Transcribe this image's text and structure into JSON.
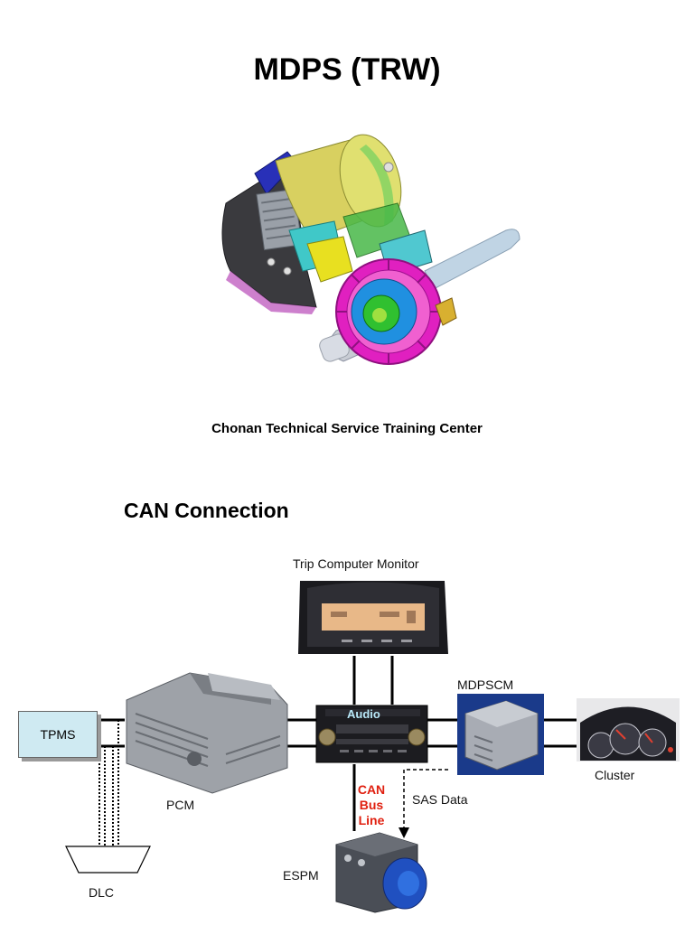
{
  "page": {
    "title": "MDPS (TRW)",
    "center_name": "Chonan Technical Service Training Center"
  },
  "diagram": {
    "section_title": "CAN Connection",
    "labels": {
      "trip_computer": "Trip Computer Monitor",
      "audio": "Audio",
      "mdpscm": "MDPSCM",
      "tpms": "TPMS",
      "pcm": "PCM",
      "cluster": "Cluster",
      "can_bus_line_1": "CAN",
      "can_bus_line_2": "Bus",
      "can_bus_line_3": "Line",
      "sas_data": "SAS Data",
      "espm": "ESPM",
      "dlc": "DLC"
    },
    "colors": {
      "can_text": "#e02010",
      "tpms_fill": "#cfeaf2",
      "gear_magenta": "#e020c0",
      "motor_yellow": "#d8d060"
    }
  }
}
